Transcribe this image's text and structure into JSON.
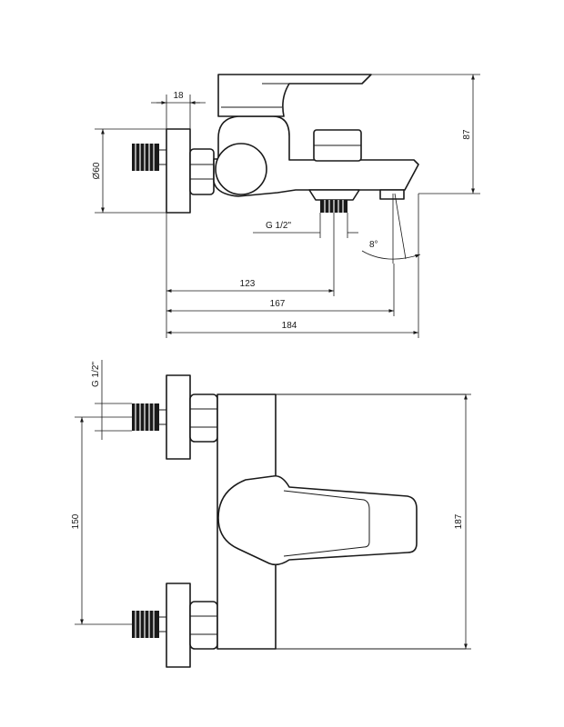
{
  "side_view": {
    "dim_flange": "18",
    "dim_height": "87",
    "dim_diameter": "Ø60",
    "dim_thread": "G 1/2\"",
    "dim_angle": "8°",
    "dim_outlet": "123",
    "dim_spout": "167",
    "dim_total": "184"
  },
  "front_view": {
    "dim_thread": "G 1/2\"",
    "dim_spacing": "150",
    "dim_width": "187"
  }
}
